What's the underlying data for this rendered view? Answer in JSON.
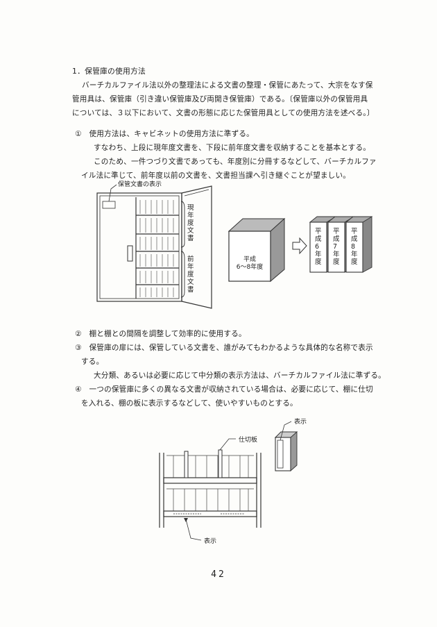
{
  "section_title": "1．保管庫の使用方法",
  "intro": [
    "バーチカルファイル法以外の整理法による文書の整理・保管にあたって、大宗をなす保",
    "管用具は、保管庫（引き違い保管庫及び両開き保管庫）である。〔保管庫以外の保管用具",
    "については、３以下において、文書の形態に応じた保管用具としての使用方法を述べる。〕"
  ],
  "item1": [
    "①　使用方法は、キャビネットの使用方法に準ずる。",
    "すなわち、上段に現年度文書を、下段に前年度文書を収納することを基本とする。",
    "このため、一件つづり文書であっても、年度別に分冊するなどして、バーチカルファ",
    "イル法に準じて、前年度以前の文書を、文書担当課へ引き継ぐことが望ましい。"
  ],
  "figure1": {
    "door_label": "保管文書の表示",
    "upper_label": "現年度文書",
    "lower_label": "前年度文書",
    "box_label_line1": "平成",
    "box_label_line2": "6～8年度",
    "binders": [
      "平成6年度",
      "平成7年度",
      "平成8年度"
    ]
  },
  "item2": "②　棚と棚との間隔を調整して効率的に使用する。",
  "item3": [
    "③　保管庫の扉には、保管している文書を、誰がみてもわかるような具体的な名称で表示",
    "する。",
    "大分類、あるいは必要に応じて中分類の表示方法は、バーチカルファイル法に準ずる。"
  ],
  "item4": [
    "④　一つの保管庫に多くの異なる文書が収納されている場合は、必要に応じて、棚に仕切",
    "を入れる、棚の板に表示するなどして、使いやすいものとする。"
  ],
  "figure2": {
    "divider_label": "仕切板",
    "binder_label": "表示",
    "shelf_label": "表示"
  },
  "page_number": "42"
}
